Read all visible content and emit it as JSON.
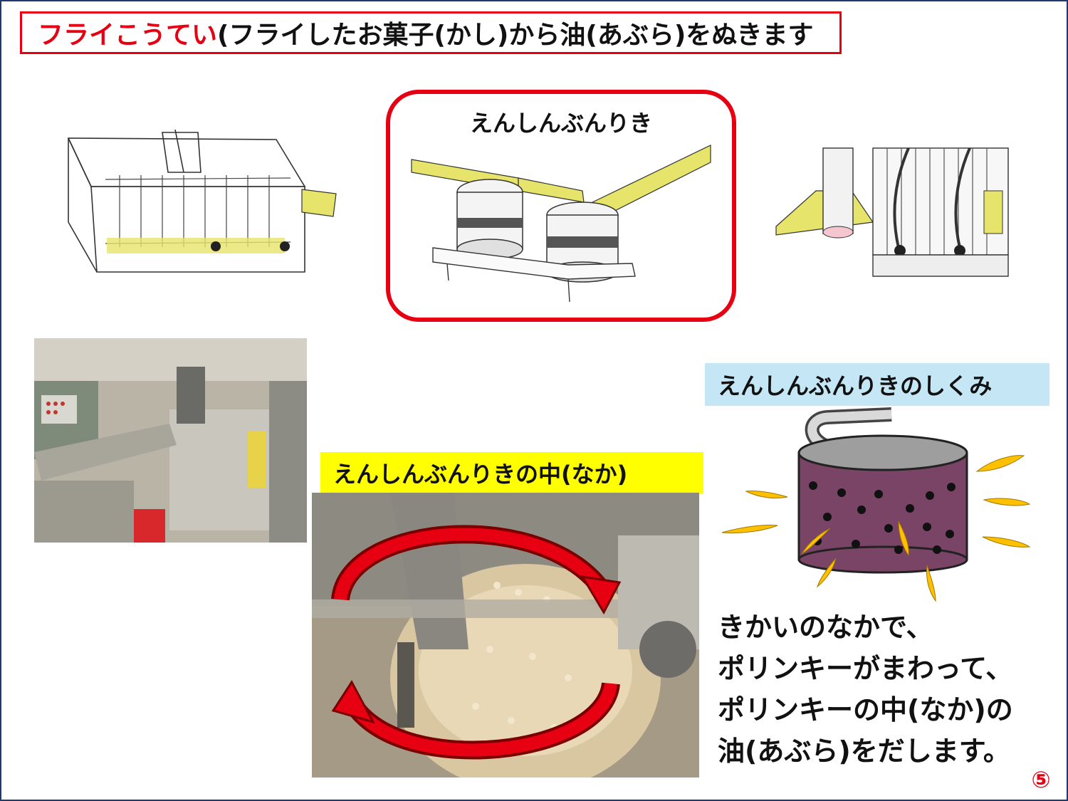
{
  "title": {
    "highlight": "フライこうてい",
    "rest": "(フライしたお菓子(かし)から油(あぶら)をぬきます"
  },
  "centrifuge_label": "えんしんぶんりき",
  "inside_label": "えんしんぶんりきの中(なか)",
  "mechanism_label": "えんしんぶんりきのしくみ",
  "description": [
    "きかいのなかで、",
    "ポリンキーがまわって、",
    "ポリンキーの中(なか)の",
    "油(あぶら)をだします。"
  ],
  "page_number": "⑤",
  "colors": {
    "accent_red": "#e60012",
    "yellow_label": "#ffff00",
    "blue_label": "#c5e7f5",
    "drum_purple": "#7a4466",
    "oil_yellow": "#ffc000"
  }
}
